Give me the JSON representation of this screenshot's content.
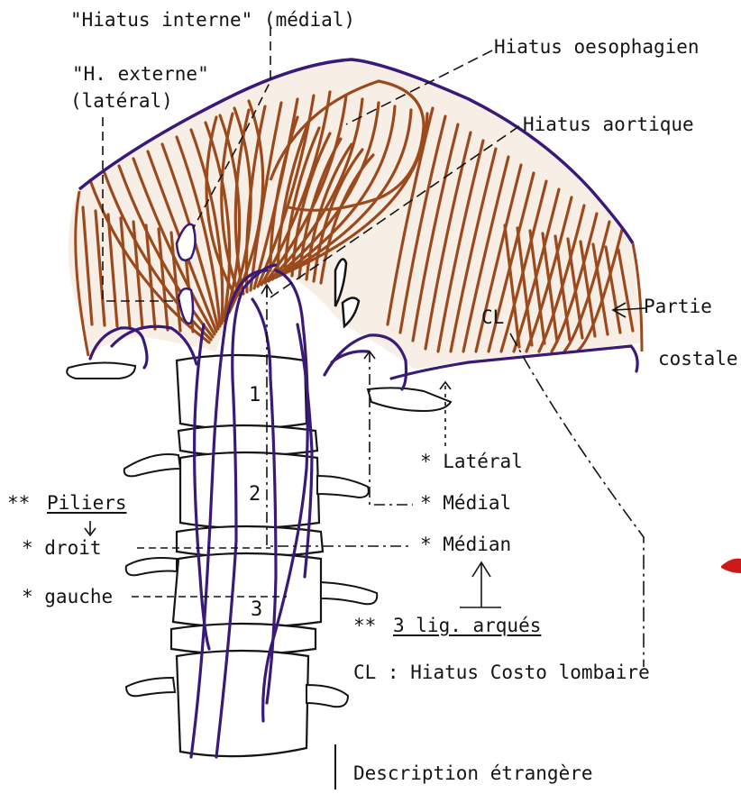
{
  "labels": {
    "hiatus_interne": "\"Hiatus interne\" (médial)",
    "h_externe": "\"H. externe\"",
    "lateral_paren": "(latéral)",
    "hiatus_oesophagien": "Hiatus oesophagien",
    "hiatus_aortique": "Hiatus aortique",
    "partie": "Partie",
    "costale": "costale",
    "cl": "CL",
    "star_lateral": "* Latéral",
    "star_medial": "* Médial",
    "star_median": "* Médian",
    "piliers_prefix": "**",
    "piliers": "Piliers",
    "droit": "* droit",
    "gauche": "* gauche",
    "lig_prefix": "**",
    "lig_arques": "3 lig. arqués",
    "cl_legend": "CL : Hiatus Costo lombaire",
    "description": "Description étrangère",
    "num_1": "1",
    "num_2": "2",
    "num_3": "3"
  },
  "colors": {
    "muscle": "#9a4a1c",
    "outline": "#3a1a78",
    "ink": "#141414",
    "red_mark": "#cc1a1a"
  }
}
